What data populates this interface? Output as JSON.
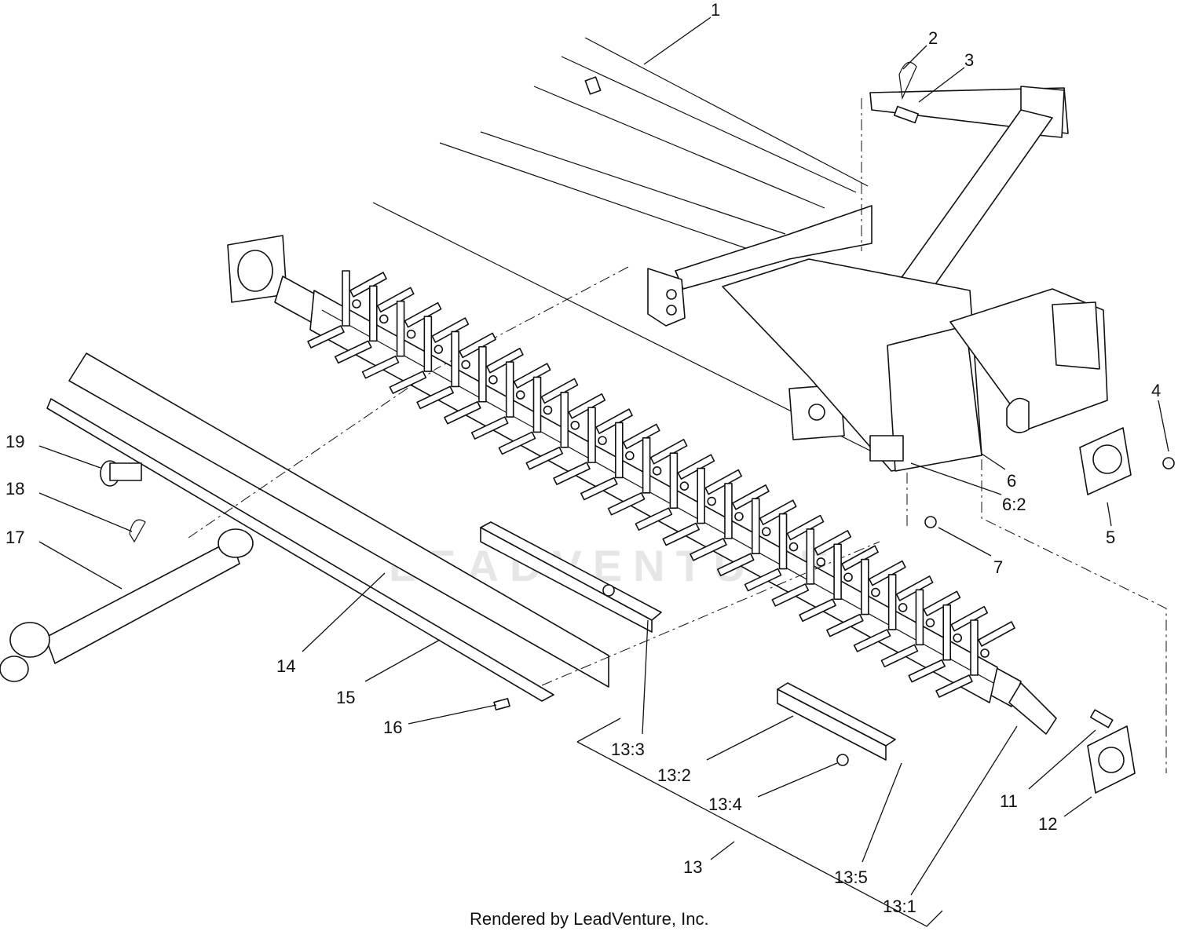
{
  "footer": "Rendered by LeadVenture, Inc.",
  "watermark": "LEADVENTURE",
  "callouts": {
    "c1": "1",
    "c2": "2",
    "c3": "3",
    "c4": "4",
    "c5": "5",
    "c6": "6",
    "c6_2": "6:2",
    "c7": "7",
    "c11": "11",
    "c12": "12",
    "c13": "13",
    "c13_1": "13:1",
    "c13_2": "13:2",
    "c13_3": "13:3",
    "c13_4": "13:4",
    "c13_5": "13:5",
    "c14": "14",
    "c15": "15",
    "c16": "16",
    "c17": "17",
    "c18": "18",
    "c19": "19"
  }
}
